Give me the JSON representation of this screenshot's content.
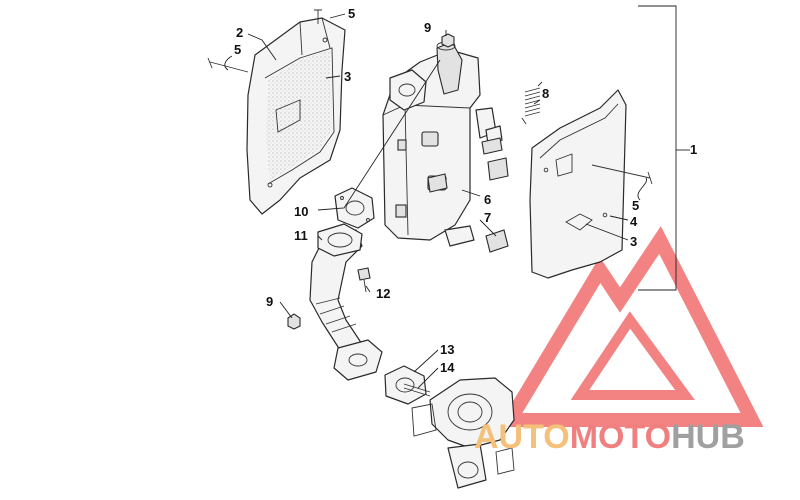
{
  "callouts": {
    "c1": "1",
    "c2": "2",
    "c3a": "3",
    "c3b": "3",
    "c4": "4",
    "c5a": "5",
    "c5b": "5",
    "c5c": "5",
    "c6": "6",
    "c7": "7",
    "c8": "8",
    "c9a": "9",
    "c9b": "9",
    "c10": "10",
    "c11": "11",
    "c12": "12",
    "c13": "13",
    "c14": "14"
  },
  "watermark": {
    "part1": "AUTO",
    "part2": "MOTO",
    "part3": "HUB",
    "color1": "#f5c07a",
    "color2": "#f08080",
    "color3": "#a0a0a0",
    "logo_color": "#f26d6d"
  }
}
